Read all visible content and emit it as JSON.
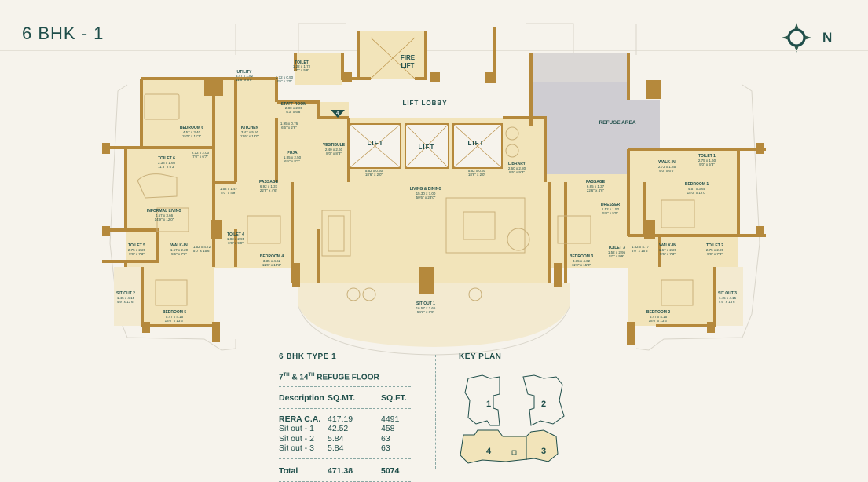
{
  "header": {
    "title": "6 BHK - 1",
    "north_label": "N"
  },
  "colors": {
    "floor": "#f2e4ba",
    "wall": "#b5893c",
    "refuge": "#cfcdd2",
    "sitout": "#f3ead0",
    "text": "#1f4e4a",
    "accent": "#2f5a4e"
  },
  "rooms": {
    "fire_lift": {
      "name1": "FIRE",
      "name2": "LIFT"
    },
    "lift_lobby": {
      "name": "LIFT LOBBY"
    },
    "refuge_area": {
      "name": "REFUGE AREA"
    },
    "utility": {
      "name": "UTILITY",
      "dim1": "3.47 x 1.82",
      "dim2": "11'6\" x 6'0\""
    },
    "toilet_top": {
      "name": "TOILET",
      "dim1": "1.22 x 1.72",
      "dim2": "4'0\" x 5'8\""
    },
    "small_top": {
      "dim1": "2.72 x 0.90",
      "dim2": "8'6\" x 3'0\""
    },
    "staff_room": {
      "name": "STAFF ROOM",
      "dim1": "2.80 x 2.06",
      "dim2": "9'3\" x 6'8\""
    },
    "bedroom6": {
      "name": "BEDROOM 6",
      "dim1": "4.57 x 3.40",
      "dim2": "15'0\" x 11'3\""
    },
    "kitchen": {
      "name": "KITCHEN",
      "dim1": "3.47 x 5.50",
      "dim2": "11'6\" x 18'0\""
    },
    "small_mid": {
      "dim1": "1.95 x 0.76",
      "dim2": "6'6\" x 2'6\""
    },
    "toilet6": {
      "name": "TOILET 6",
      "dim1": "3.38 x 1.60",
      "dim2": "11'3\" x 5'3\""
    },
    "small_t6": {
      "dim1": "2.12 x 2.00",
      "dim2": "7'0\" x 6'7\""
    },
    "pujan": {
      "name": "PUJA",
      "dim1": "1.95 x 2.50",
      "dim2": "6'6\" x 8'3\""
    },
    "vestibule": {
      "name": "VESTIBULE",
      "dim1": "2.40 x 2.60",
      "dim2": "8'0\" x 8'3\""
    },
    "lift1": {
      "name": "LIFT"
    },
    "lift2": {
      "name": "LIFT"
    },
    "lift3": {
      "name": "LIFT"
    },
    "lobby_left": {
      "dim1": "5.62 x 0.60",
      "dim2": "18'6\" x 2'0\""
    },
    "lobby_right": {
      "dim1": "5.62 x 0.60",
      "dim2": "18'6\" x 2'0\""
    },
    "library": {
      "name": "LIBRARY",
      "dim1": "2.60 x 2.80",
      "dim2": "8'6\" x 9'3\""
    },
    "walkin1": {
      "name": "WALK-IN",
      "dim1": "2.72 x 1.85",
      "dim2": "9'0\" x 6'0\""
    },
    "toilet1": {
      "name": "TOILET 1",
      "dim1": "2.75 x 1.60",
      "dim2": "9'0\" x 5'3\""
    },
    "bedroom1": {
      "name": "BEDROOM 1",
      "dim1": "4.57 x 3.65",
      "dim2": "15'0\" x 12'0\""
    },
    "passage_left": {
      "name": "PASSAGE",
      "dim1": "6.92 x 1.37",
      "dim2": "22'9\" x 4'6\""
    },
    "passage_right": {
      "name": "PASSAGE",
      "dim1": "6.85 x 1.37",
      "dim2": "22'6\" x 4'6\""
    },
    "living_dining": {
      "name": "LIVING & DINING",
      "dim1": "15.30 x 7.00",
      "dim2": "50'6\" x 23'0\""
    },
    "informal_living": {
      "name": "INFORMAL LIVING",
      "dim1": "4.57 x 3.66",
      "dim2": "14'9\" x 12'0\""
    },
    "small_il": {
      "dim1": "1.52 x 1.47",
      "dim2": "5'0\" x 4'9\""
    },
    "dresser": {
      "name": "DRESSER",
      "dim1": "1.52 x 1.52",
      "dim2": "5'0\" x 5'0\""
    },
    "toilet4": {
      "name": "TOILET 4",
      "dim1": "1.83 x 2.95",
      "dim2": "6'0\" x 9'9\""
    },
    "bedroom4": {
      "name": "BEDROOM 4",
      "dim1": "3.35 x 4.62",
      "dim2": "11'0\" x 15'3\""
    },
    "toilet5": {
      "name": "TOILET 5",
      "dim1": "2.75 x 2.20",
      "dim2": "9'0\" x 7'3\""
    },
    "walkin5": {
      "name": "WALK-IN",
      "dim1": "1.67 x 2.20",
      "dim2": "5'6\" x 7'3\""
    },
    "small_w5": {
      "dim1": "1.52 x 4.72",
      "dim2": "5'0\" x 15'6\""
    },
    "bedroom3": {
      "name": "BEDROOM 3",
      "dim1": "3.35 x 4.62",
      "dim2": "11'0\" x 15'3\""
    },
    "toilet3": {
      "name": "TOILET 3",
      "dim1": "1.52 x 2.95",
      "dim2": "5'0\" x 9'9\""
    },
    "small_b3": {
      "dim1": "1.52 x 4.77",
      "dim2": "5'0\" x 15'6\""
    },
    "walkin2": {
      "name": "WALK-IN",
      "dim1": "1.67 x 2.20",
      "dim2": "5'6\" x 7'3\""
    },
    "toilet2": {
      "name": "TOILET 2",
      "dim1": "2.75 x 2.20",
      "dim2": "9'0\" x 7'3\""
    },
    "sitout2": {
      "name": "SIT OUT 2",
      "dim1": "1.45 x 4.15",
      "dim2": "4'9\" x 13'6\""
    },
    "bedroom5": {
      "name": "BEDROOM 5",
      "dim1": "5.47 x 4.15",
      "dim2": "18'0\" x 13'6\""
    },
    "sitout1": {
      "name": "SIT OUT 1",
      "dim1": "16.57 x 2.65",
      "dim2": "54'3\" x 8'9\""
    },
    "bedroom2": {
      "name": "BEDROOM 2",
      "dim1": "5.47 x 4.15",
      "dim2": "18'0\" x 13'6\""
    },
    "sitout3": {
      "name": "SIT OUT 3",
      "dim1": "1.45 x 4.15",
      "dim2": "4'9\" x 13'6\""
    },
    "lobby_marker": {
      "number": "4"
    }
  },
  "area_table": {
    "heading": "6 BHK TYPE 1",
    "floor_pre1": "7",
    "floor_sup1": "TH",
    "floor_mid": " & 14",
    "floor_sup2": "TH",
    "floor_post": " REFUGE FLOOR",
    "columns": [
      "Description",
      "SQ.MT.",
      "SQ.FT."
    ],
    "rows": [
      {
        "desc": "RERA C.A.",
        "sqmt": "417.19",
        "sqft": "4491",
        "bold": true
      },
      {
        "desc": "Sit out - 1",
        "sqmt": "42.52",
        "sqft": "458",
        "bold": false
      },
      {
        "desc": "Sit out - 2",
        "sqmt": "5.84",
        "sqft": "63",
        "bold": false
      },
      {
        "desc": "Sit out - 3",
        "sqmt": "5.84",
        "sqft": "63",
        "bold": false
      }
    ],
    "total": {
      "desc": "Total",
      "sqmt": "471.38",
      "sqft": "5074"
    }
  },
  "key_plan": {
    "heading": "KEY PLAN",
    "units": [
      "1",
      "2",
      "3",
      "4"
    ],
    "highlighted": "4"
  }
}
